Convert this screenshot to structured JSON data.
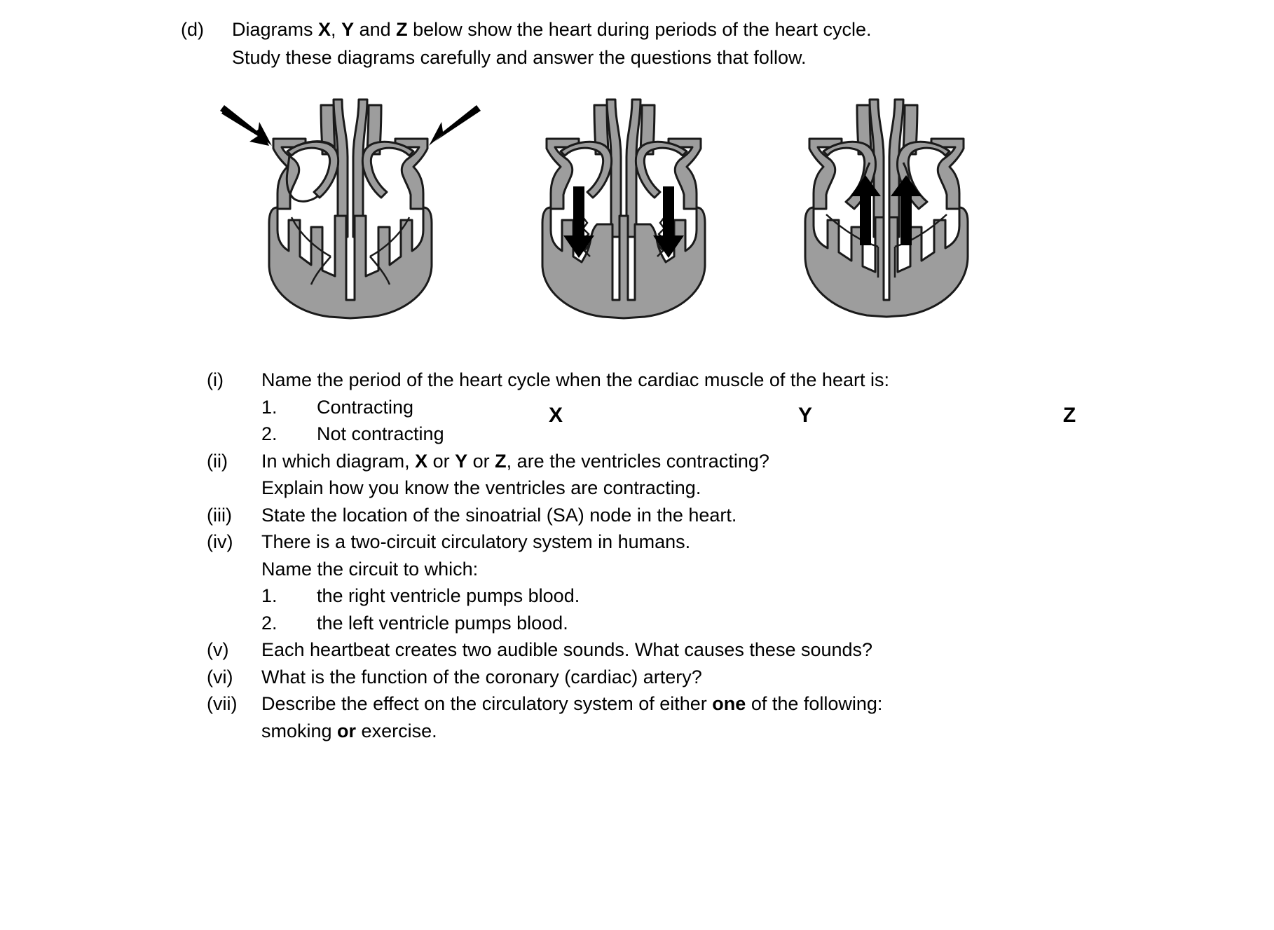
{
  "intro": {
    "marker": "(d)",
    "line1_pre": "Diagrams ",
    "line1_b1": "X",
    "line1_mid1": ", ",
    "line1_b2": "Y",
    "line1_mid2": " and ",
    "line1_b3": "Z",
    "line1_post": " below show the heart during periods of the heart cycle.",
    "line2": "Study these diagrams carefully and answer the questions that follow."
  },
  "diagrams": {
    "items": [
      {
        "id": "X",
        "label": "X",
        "arrow_direction": "inward-diagonal",
        "arrow_count": 2,
        "description": "heart with arrows pointing inward at both upper vessels"
      },
      {
        "id": "Y",
        "label": "Y",
        "arrow_direction": "down",
        "arrow_count": 2,
        "description": "heart with two downward arrows into the ventricles"
      },
      {
        "id": "Z",
        "label": "Z",
        "arrow_direction": "up",
        "arrow_count": 2,
        "description": "heart with two upward arrows out of the ventricles"
      }
    ],
    "colors": {
      "muscle_fill": "#9d9d9d",
      "outline": "#1a1a1a",
      "chamber_fill": "#ffffff",
      "arrow": "#000000"
    }
  },
  "questions": [
    {
      "marker": "(i)",
      "text": "Name the period of the heart cycle when the cardiac muscle of the heart is:",
      "subitems": [
        {
          "marker": "1.",
          "text": "Contracting"
        },
        {
          "marker": "2.",
          "text": "Not contracting"
        }
      ]
    },
    {
      "marker": "(ii)",
      "segments": [
        {
          "t": "In which diagram, ",
          "b": false
        },
        {
          "t": "X",
          "b": true
        },
        {
          "t": " or ",
          "b": false
        },
        {
          "t": "Y",
          "b": true
        },
        {
          "t": " or ",
          "b": false
        },
        {
          "t": "Z",
          "b": true
        },
        {
          "t": ", are the ventricles contracting?",
          "b": false
        }
      ],
      "continuation": "Explain how you know the ventricles are contracting."
    },
    {
      "marker": "(iii)",
      "text": "State the location of the sinoatrial (SA) node in the heart."
    },
    {
      "marker": "(iv)",
      "text": "There is a two-circuit circulatory system in humans.",
      "continuation": "Name the circuit to which:",
      "subitems": [
        {
          "marker": "1.",
          "text": "the right ventricle pumps blood."
        },
        {
          "marker": "2.",
          "text": "the left ventricle pumps blood."
        }
      ]
    },
    {
      "marker": "(v)",
      "text": "Each heartbeat creates two audible sounds.  What causes these sounds?"
    },
    {
      "marker": "(vi)",
      "text": "What is the function of the coronary (cardiac) artery?"
    },
    {
      "marker": "(vii)",
      "segments": [
        {
          "t": "Describe the effect on the circulatory system of either ",
          "b": false
        },
        {
          "t": "one",
          "b": true
        },
        {
          "t": " of the following:",
          "b": false
        }
      ],
      "continuation_segments": [
        {
          "t": "smoking ",
          "b": false
        },
        {
          "t": "or",
          "b": true
        },
        {
          "t": " exercise.",
          "b": false
        }
      ]
    }
  ]
}
